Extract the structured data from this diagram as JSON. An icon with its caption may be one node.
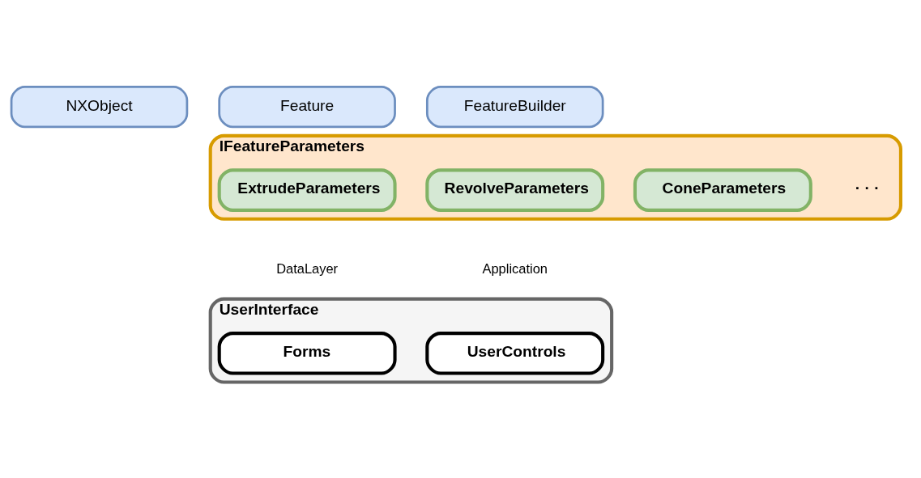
{
  "diagram": {
    "nodes": [
      {
        "text": [
          "NXObject"
        ]
      },
      {
        "text": [
          "Feature"
        ]
      },
      {
        "text": [
          "FeatureBuilder"
        ]
      },
      {
        "text": [
          "IFeatureParameters"
        ]
      },
      {
        "text": [
          "ExtrudeParameters"
        ],
        "in": 3
      },
      {
        "text": [
          "RevolveParameters"
        ],
        "in": 3
      },
      {
        "text": [
          "ConeParameters"
        ],
        "in": 3
      },
      {
        "text": [
          "UserInterface"
        ]
      },
      {
        "text": [
          "Forms"
        ],
        "in": 7
      },
      {
        "text": [
          "UserControls"
        ],
        "in": 7
      }
    ],
    "labels": [
      "· · ·",
      "DataLayer",
      "Application"
    ]
  }
}
